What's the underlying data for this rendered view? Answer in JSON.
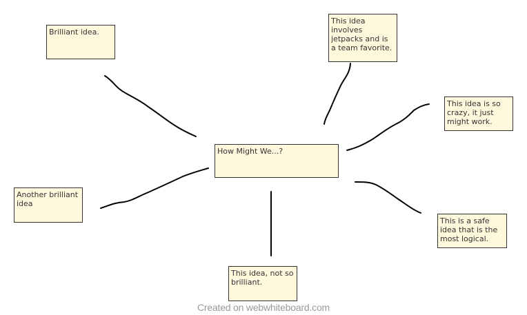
{
  "notes": {
    "center": {
      "text": "How Might We...?"
    },
    "brilliant_idea": {
      "text": "Brilliant idea."
    },
    "jetpacks_idea": {
      "text": "This idea involves jetpacks and is a team favorite."
    },
    "crazy_idea": {
      "text": "This idea is so crazy, it just might work."
    },
    "another_brilliant_idea": {
      "text": "Another brilliant idea"
    },
    "safe_idea": {
      "text": "This is a safe idea that is the most logical."
    },
    "not_so_brilliant_idea": {
      "text": "This idea, not so brilliant."
    }
  },
  "footer": {
    "credit": "Created on webwhiteboard.com"
  },
  "colors": {
    "note_fill": "#fff8dc",
    "note_border": "#333333",
    "stroke": "#000000",
    "credit_text": "#999999"
  }
}
